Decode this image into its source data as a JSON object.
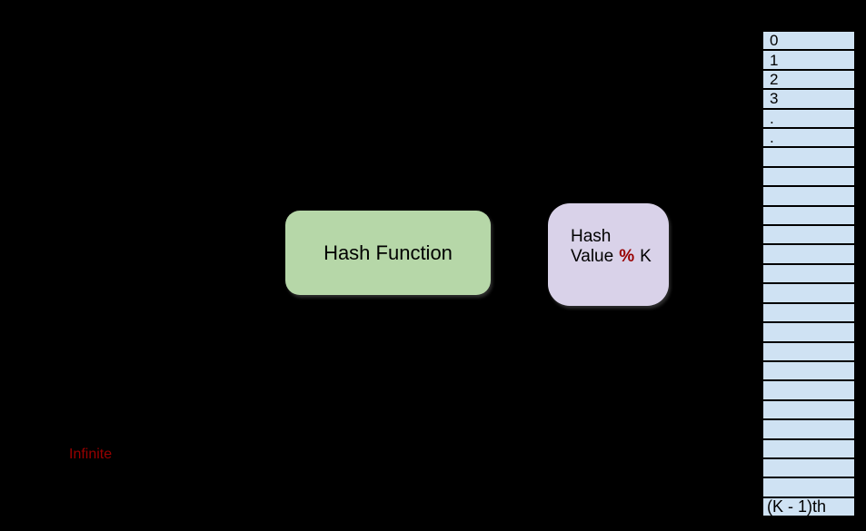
{
  "diagram": {
    "title_semantic": "hashing-diagram",
    "hash_function_box": {
      "label": "Hash Function"
    },
    "modulo_box": {
      "line1": "Hash",
      "line2_prefix": "Value",
      "line2_modulo": "%",
      "line2_suffix": "K"
    },
    "infinite_label": "Infinite",
    "array": {
      "cells": [
        "0",
        "1",
        "2",
        "3",
        ".",
        ".",
        "",
        "",
        "",
        "",
        "",
        "",
        "",
        "",
        "",
        "",
        "",
        "",
        "",
        "",
        "",
        "",
        "",
        "",
        "(K - 1)th"
      ]
    },
    "colors": {
      "background": "#000000",
      "hash_function_fill": "#b6d7a8",
      "modulo_fill": "#d9d2e9",
      "array_fill": "#cfe2f3",
      "cell_border": "#000000",
      "accent_red": "#990000",
      "text": "#000000"
    }
  }
}
